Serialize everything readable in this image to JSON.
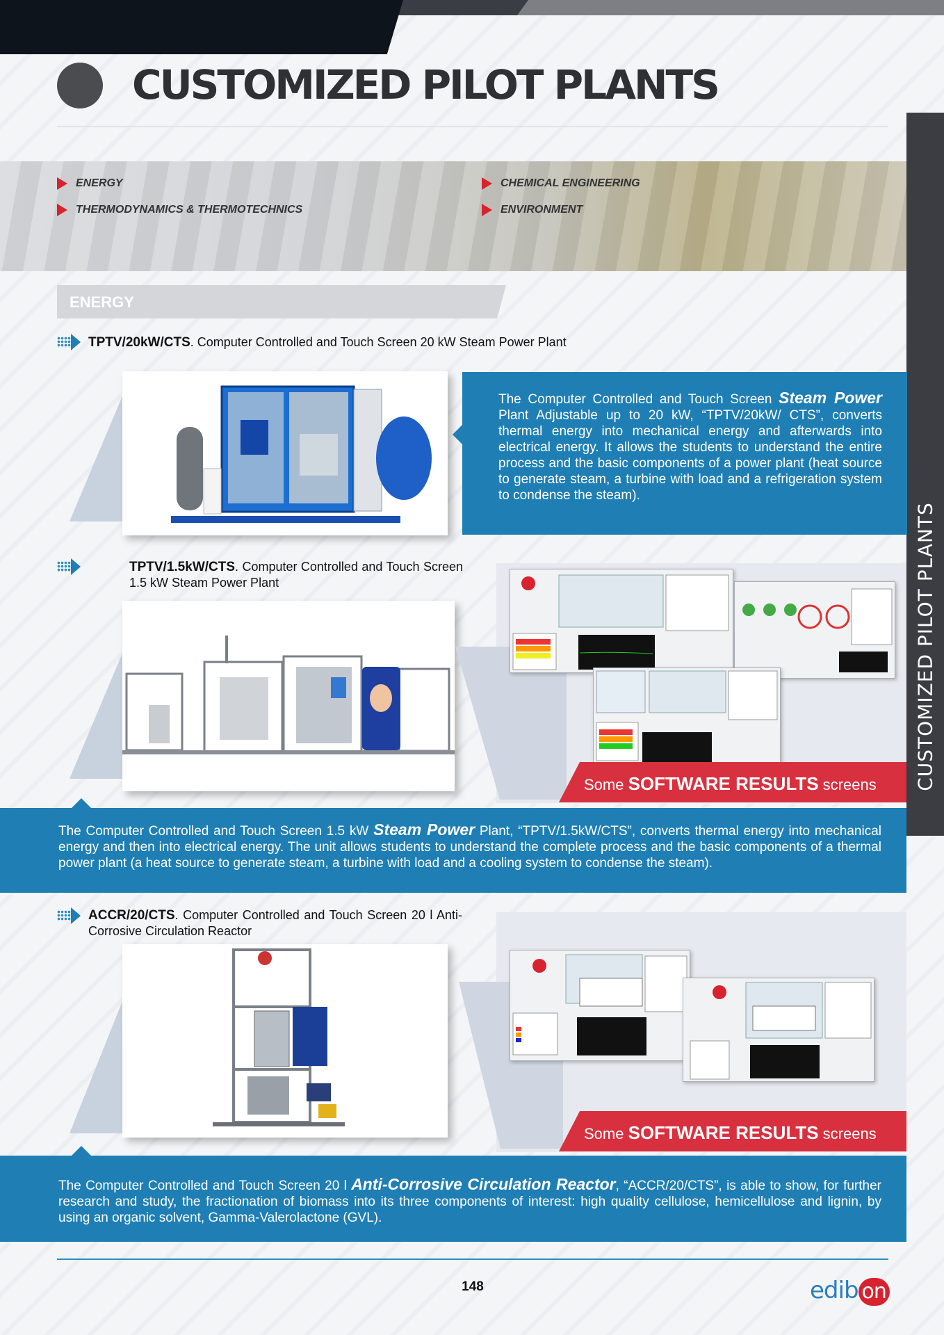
{
  "page": {
    "title": "CUSTOMIZED PILOT PLANTS",
    "side_tab": "CUSTOMIZED PILOT PLANTS",
    "page_number": "148",
    "logo_text": "edib",
    "logo_accent": "on"
  },
  "categories": [
    "ENERGY",
    "THERMODYNAMICS & THERMOTECHNICS",
    "CHEMICAL ENGINEERING",
    "ENVIRONMENT"
  ],
  "section": {
    "label": "ENERGY"
  },
  "products": [
    {
      "code": "TPTV/20kW/CTS",
      "name": ". Computer Controlled and Touch Screen 20 kW Steam Power Plant",
      "desc_pre": "The Computer Controlled and Touch Screen ",
      "desc_bold": "Steam Power",
      "desc_post": " Plant Adjustable up to 20 kW, “TPTV/20kW/ CTS”, converts thermal energy into mechanical energy and afterwards into electrical energy. It allows the students to understand the entire process and the basic components of a power plant (heat source to generate steam, a turbine with load and a refrigeration system to condense the steam)."
    },
    {
      "code": "TPTV/1.5kW/CTS",
      "name": ". Computer Controlled and Touch Screen 1.5 kW Steam Power Plant",
      "desc_pre": "The Computer Controlled and Touch Screen 1.5 kW ",
      "desc_bold": "Steam Power",
      "desc_post": " Plant, “TPTV/1.5kW/CTS”, converts thermal energy into mechanical energy and then into electrical energy. The unit allows students to understand the complete process and the basic components of a thermal power plant (a heat source to generate steam, a turbine with load and a cooling system to condense the steam).",
      "software_pre": "Some ",
      "software_bold": "SOFTWARE RESULTS",
      "software_post": " screens"
    },
    {
      "code": "ACCR/20/CTS",
      "name": ". Computer Controlled and Touch Screen 20 l Anti-Corrosive Circulation Reactor",
      "desc_pre": "The Computer Controlled and Touch Screen 20 l ",
      "desc_bold": "Anti-Corrosive Circulation Reactor",
      "desc_post": ", “ACCR/20/CTS”, is able to show, for further research and study, the fractionation of biomass into its three components of interest: high quality cellulose, hemicellulose and lignin, by using an organic solvent, Gamma-Valerolactone (GVL).",
      "software_pre": "Some ",
      "software_bold": "SOFTWARE RESULTS",
      "software_post": " screens"
    }
  ],
  "colors": {
    "accent_blue": "#1f7fb4",
    "accent_red": "#d8303f",
    "dark": "#2f3033"
  }
}
